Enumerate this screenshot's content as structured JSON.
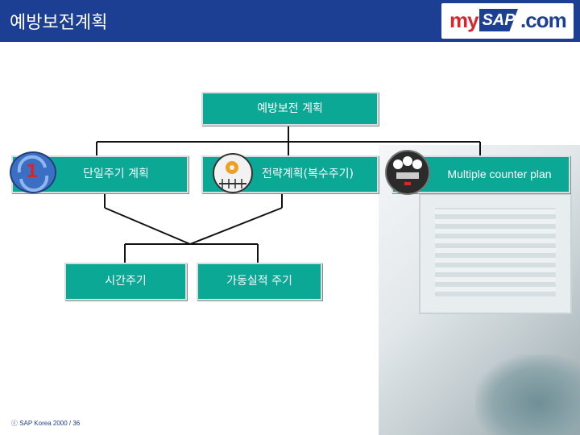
{
  "header": {
    "title": "예방보전계획",
    "logo": {
      "my": "my",
      "sap": "SAP",
      "com": ".com"
    }
  },
  "diagram": {
    "root": "예방보전 계획",
    "level1": [
      {
        "label": "단일주기 계획",
        "icon_text": "1"
      },
      {
        "label": "전략계획(복수주기)",
        "icon": "gear-clock-icon"
      },
      {
        "label": "Multiple counter plan",
        "icon": "meters-icon"
      }
    ],
    "level2": [
      {
        "label": "시간주기"
      },
      {
        "label": "가동실적 주기"
      }
    ]
  },
  "footer": {
    "text": "ⓒ SAP Korea 2000 / 36"
  },
  "colors": {
    "header_bg": "#1c3f94",
    "box_bg": "#0ba896",
    "sap_red": "#d8262f"
  }
}
